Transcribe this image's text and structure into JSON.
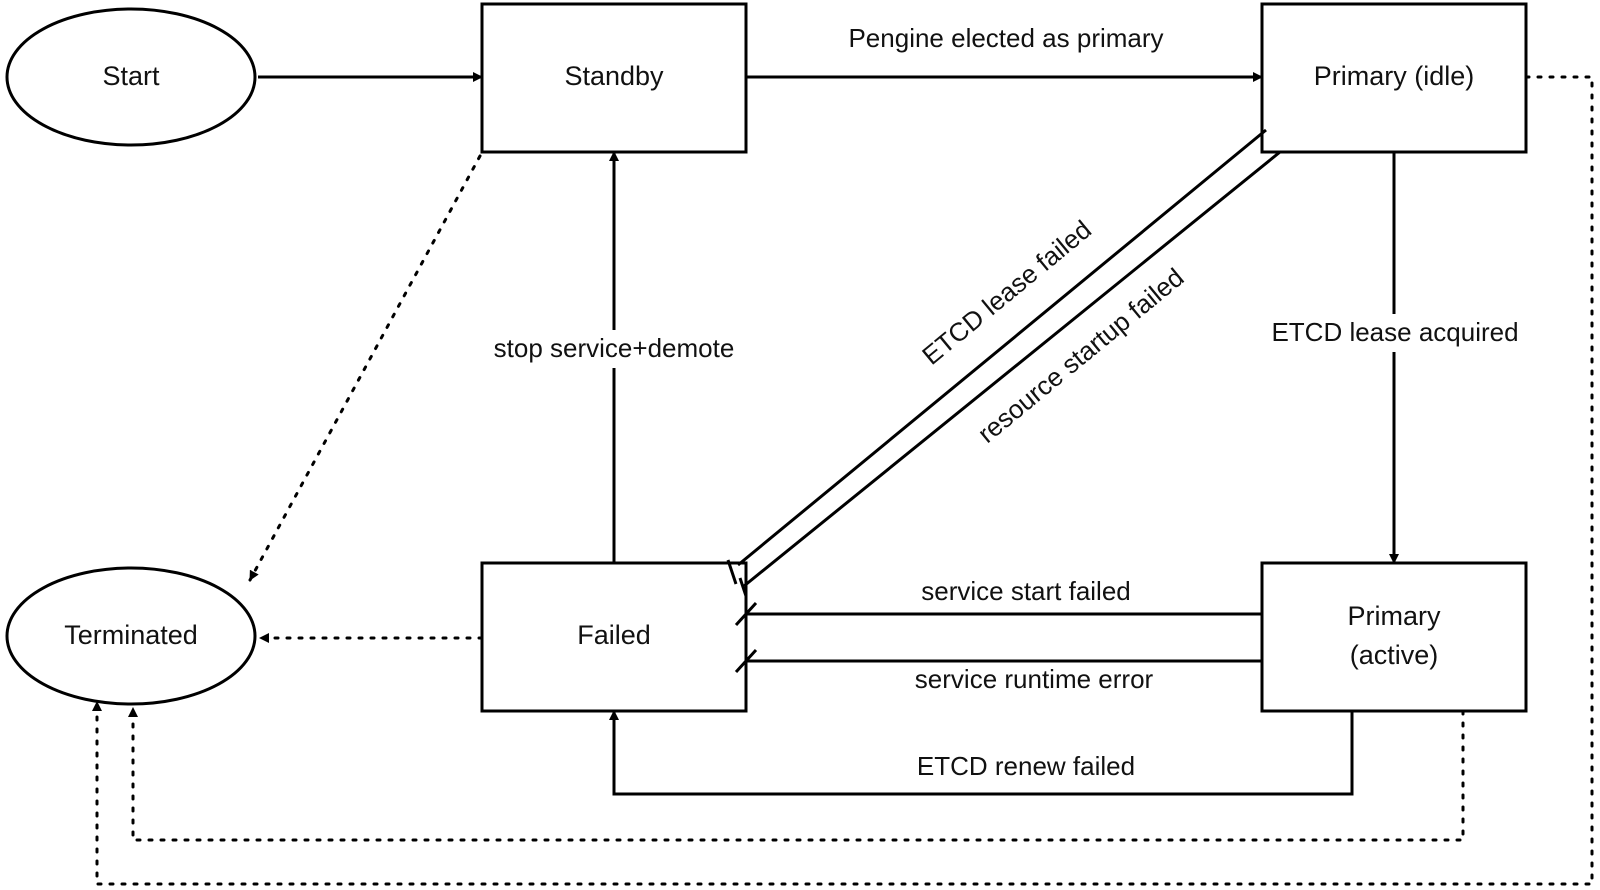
{
  "nodes": {
    "start": {
      "label": "Start"
    },
    "standby": {
      "label": "Standby"
    },
    "primary_idle": {
      "label": "Primary (idle)"
    },
    "terminated": {
      "label": "Terminated"
    },
    "failed": {
      "label": "Failed"
    },
    "primary_active": {
      "label_line1": "Primary",
      "label_line2": "(active)"
    }
  },
  "edges": {
    "elected": {
      "label": "Pengine elected as primary"
    },
    "stop_service": {
      "label": "stop service+demote"
    },
    "etcd_lease_acquired": {
      "label": "ETCD lease acquired"
    },
    "etcd_lease_failed": {
      "label": "ETCD lease failed"
    },
    "resource_startup_failed": {
      "label": "resource startup failed"
    },
    "service_start_failed": {
      "label": "service start failed"
    },
    "service_runtime_error": {
      "label": "service runtime error"
    },
    "etcd_renew_failed": {
      "label": "ETCD renew failed"
    }
  }
}
